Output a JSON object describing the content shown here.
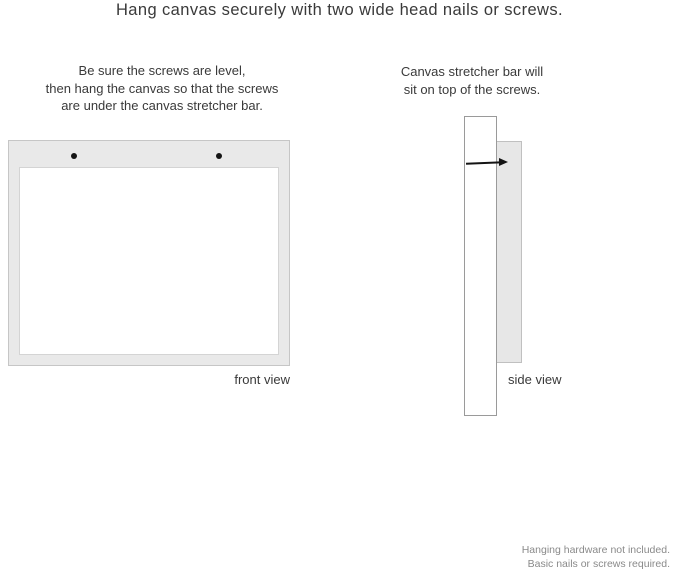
{
  "title": "Hang canvas securely with two wide head nails or screws.",
  "front_view": {
    "instruction_lines": [
      "Be sure the screws are level,",
      "then hang the canvas so that the screws",
      "are under the canvas stretcher bar."
    ],
    "caption": "front view"
  },
  "side_view": {
    "instruction_lines": [
      "Canvas stretcher bar will",
      "sit on top of the screws."
    ],
    "caption": "side view"
  },
  "footnote_lines": [
    "Hanging hardware not included.",
    "Basic nails or screws required."
  ],
  "colors": {
    "background": "#ffffff",
    "text": "#3a3a3a",
    "muted_text": "#8a8a8a",
    "canvas_frame_fill": "#e9e9e9",
    "canvas_frame_border": "#c6c6c6",
    "nail": "#141414"
  }
}
